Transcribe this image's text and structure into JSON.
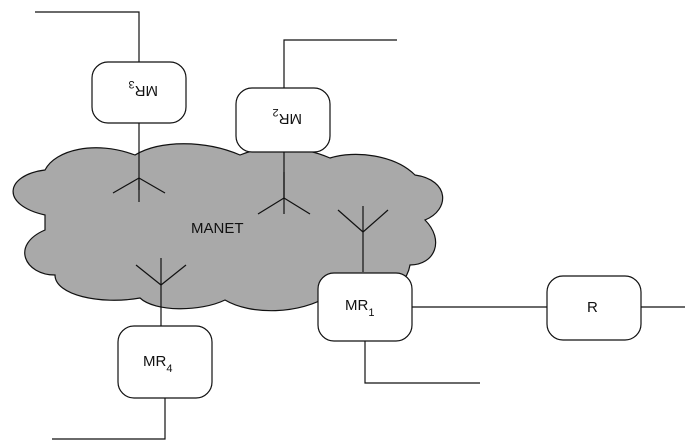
{
  "diagram": {
    "cloud_label": "MANET",
    "nodes": [
      {
        "id": "mr1",
        "base": "MR",
        "sub": "1",
        "inverted": false
      },
      {
        "id": "mr2",
        "base": "MR",
        "sub": "2",
        "inverted": true
      },
      {
        "id": "mr3",
        "base": "MR",
        "sub": "3",
        "inverted": true
      },
      {
        "id": "mr4",
        "base": "MR",
        "sub": "4",
        "inverted": false
      },
      {
        "id": "r",
        "base": "R",
        "sub": "",
        "inverted": false
      }
    ],
    "colors": {
      "cloud_fill": "#a9a9a9",
      "stroke": "#111111",
      "node_fill": "#ffffff"
    }
  }
}
